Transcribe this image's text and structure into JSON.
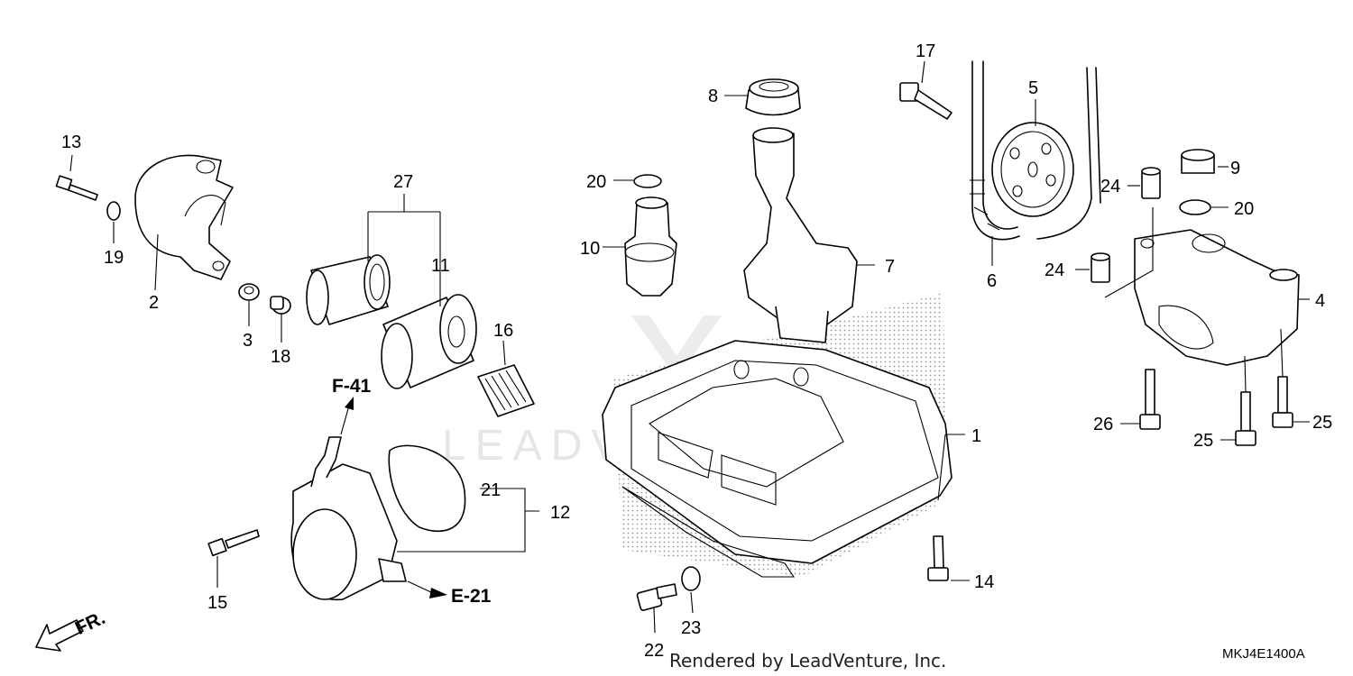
{
  "diagram": {
    "part_numbers": [
      "1",
      "2",
      "3",
      "4",
      "5",
      "6",
      "7",
      "8",
      "9",
      "10",
      "11",
      "12",
      "13",
      "14",
      "15",
      "16",
      "17",
      "18",
      "19",
      "20",
      "20",
      "21",
      "22",
      "23",
      "24",
      "24",
      "25",
      "25",
      "26",
      "27"
    ],
    "references": {
      "f41": "F-41",
      "e21": "E-21",
      "front": "FR."
    },
    "watermark": "LEADVENTURE",
    "footer": "Rendered by LeadVenture, Inc.",
    "diagram_code": "MKJ4E1400A"
  }
}
